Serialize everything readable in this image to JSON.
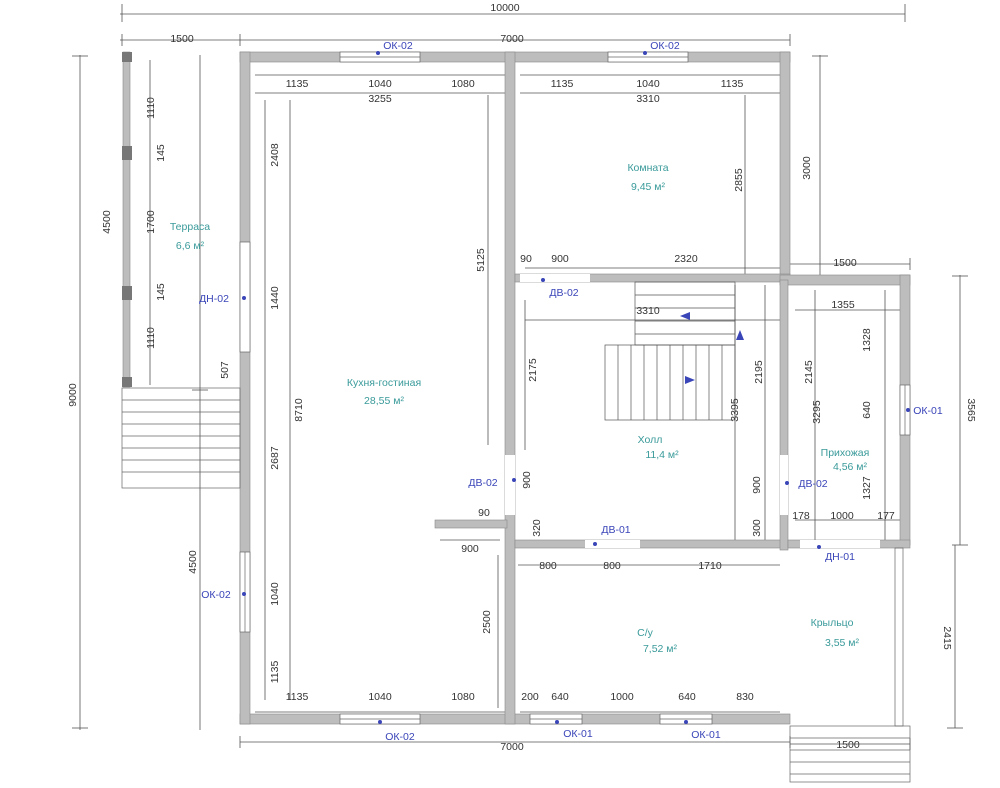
{
  "colors": {
    "wall": "#bdbdbd",
    "dim_line": "#555555",
    "room_label": "#3a9a9a",
    "tag": "#3a45b8"
  },
  "dims": {
    "overall_width": "10000",
    "terrace_w": "1500",
    "house_w_top": "7000",
    "house_w_bottom": "7000",
    "porch_w_right": "1500",
    "porch_w_bottom": "1500",
    "total_h": "9000",
    "left_upper": "4500",
    "left_lower": "4500",
    "right_upper": "3000",
    "right_lower_vert": "2415",
    "right_mid": "3565",
    "top_k_a": "1135",
    "top_k_b": "1040",
    "top_k_c": "1080",
    "top_k_total": "3255",
    "top_r_a": "1135",
    "top_r_b": "1040",
    "top_r_c": "1135",
    "top_r_total": "3310",
    "k_v_2408": "2408",
    "k_v_1440": "1440",
    "k_v_507": "507",
    "k_v_2687": "2687",
    "k_v_1040": "1040",
    "k_v_1135": "1135",
    "k_v_8710": "8710",
    "k_v_5125": "5125",
    "bot_k_a": "1135",
    "bot_k_b": "1040",
    "bot_k_c": "1080",
    "bot_s_a": "200",
    "bot_s_b": "640",
    "bot_s_c": "1000",
    "bot_s_d": "640",
    "bot_s_e": "830",
    "t_1110a": "1110",
    "t_145a": "145",
    "t_1700": "1700",
    "t_145b": "145",
    "t_1110b": "1110",
    "r_2855": "2855",
    "hall_90": "90",
    "hall_900": "900",
    "hall_2320": "2320",
    "hall_3310": "3310",
    "hall_2175": "2175",
    "hall_2195": "2195",
    "hall_3395": "3395",
    "hall_900_left": "900",
    "hall_900_right": "900",
    "hall_90_small": "90",
    "hall_320": "320",
    "hall_300": "300",
    "k_900_h": "900",
    "k_2500": "2500",
    "s_800a": "800",
    "s_800b": "800",
    "s_1710": "1710",
    "p_1355": "1355",
    "p_1328": "1328",
    "p_2145": "2145",
    "p_3295": "3295",
    "p_640": "640",
    "p_1327": "1327",
    "p_178": "178",
    "p_1000": "1000",
    "p_177": "177"
  },
  "rooms": {
    "terrace": {
      "name": "Терраса",
      "area": "6,6 м²"
    },
    "room": {
      "name": "Комната",
      "area": "9,45 м²"
    },
    "kitchen": {
      "name": "Кухня-гостиная",
      "area": "28,55 м²"
    },
    "hall": {
      "name": "Холл",
      "area": "11,4 м²"
    },
    "vestibule": {
      "name": "Прихожая",
      "area": "4,56 м²"
    },
    "bath": {
      "name": "С/у",
      "area": "7,52 м²"
    },
    "porch": {
      "name": "Крыльцо",
      "area": "3,55 м²"
    }
  },
  "tags": {
    "ok02_top_l": "ОК-02",
    "ok02_top_r": "ОК-02",
    "dn02": "ДН-02",
    "dv02_top": "ДВ-02",
    "dv02_left": "ДВ-02",
    "dv02_right": "ДВ-02",
    "dv01": "ДВ-01",
    "ok01_right": "ОК-01",
    "dn01": "ДН-01",
    "ok02_left": "ОК-02",
    "ok02_bot": "ОК-02",
    "ok01_bot_a": "ОК-01",
    "ok01_bot_b": "ОК-01"
  }
}
